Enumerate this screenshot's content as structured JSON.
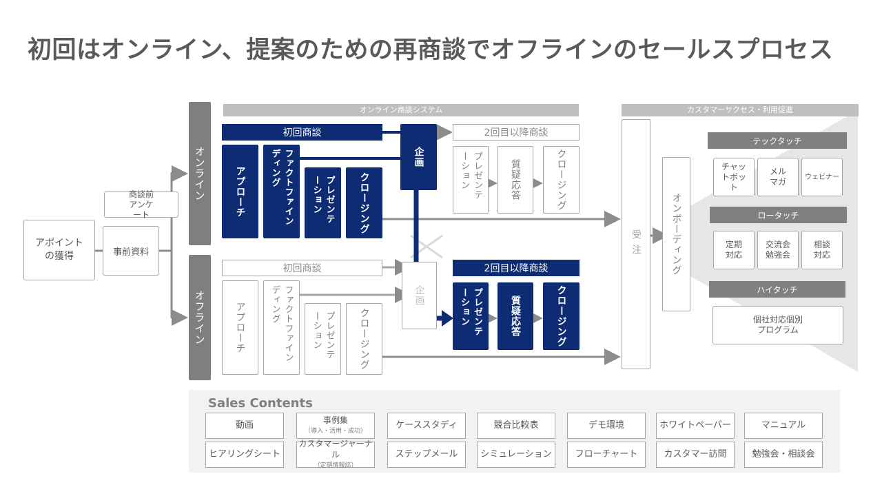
{
  "title": "初回はオンライン、提案のための再商談でオフラインのセールスプロセス",
  "online_system_banner": "オンライン商談システム",
  "customer_success_banner": "カスタマーサクセス・利用促進",
  "left": {
    "appointment": "アポイントの獲得",
    "pre_survey": "商談前アンケート",
    "pre_materials": "事前資料"
  },
  "side_labels": {
    "online": "オンライン",
    "offline": "オフライン"
  },
  "online_flow": {
    "first_meeting": "初回商談",
    "second_meeting": "2回目以降商談",
    "approach": "アプローチ",
    "fact_finding": "ファクトファインディング",
    "presentation": "プレゼンテーション",
    "closing": "クロージング",
    "planning": "企画",
    "presentation_2": "プレゼンテーション",
    "qa": "質疑応答",
    "closing_2": "クロージング"
  },
  "offline_flow": {
    "first_meeting": "初回商談",
    "second_meeting": "2回目以降商談",
    "approach": "アプローチ",
    "fact_finding": "ファクトファインディング",
    "presentation": "プレゼンテーション",
    "closing": "クロージング",
    "planning": "企画",
    "presentation_2": "プレゼンテーション",
    "qa": "質疑応答",
    "closing_2": "クロージング"
  },
  "order": "受注",
  "onboarding": "オンボーディング",
  "customer_success": {
    "tech_touch": {
      "label": "テックタッチ",
      "items": [
        "チャットボット",
        "メルマガ",
        "ウェビナー"
      ]
    },
    "low_touch": {
      "label": "ロータッチ",
      "items": [
        "定期対応",
        "交流会勉強会",
        "相談対応"
      ]
    },
    "high_touch": {
      "label": "ハイタッチ",
      "items": [
        "個社対応個別プログラム"
      ]
    }
  },
  "sales_contents": {
    "title": "Sales Contents",
    "items": [
      {
        "label": "動画",
        "sub": ""
      },
      {
        "label": "事例集",
        "sub": "（導入・活用・成功）"
      },
      {
        "label": "ケーススタディ",
        "sub": ""
      },
      {
        "label": "競合比較表",
        "sub": ""
      },
      {
        "label": "デモ環境",
        "sub": ""
      },
      {
        "label": "ホワイトペーパー",
        "sub": ""
      },
      {
        "label": "マニュアル",
        "sub": ""
      },
      {
        "label": "ヒアリングシート",
        "sub": ""
      },
      {
        "label": "カスタマージャーナル",
        "sub": "（定期情報誌）"
      },
      {
        "label": "ステップメール",
        "sub": ""
      },
      {
        "label": "シミュレーション",
        "sub": ""
      },
      {
        "label": "フローチャート",
        "sub": ""
      },
      {
        "label": "カスタマー訪問",
        "sub": ""
      },
      {
        "label": "勉強会・相談会",
        "sub": ""
      }
    ]
  },
  "colors": {
    "navy": "#0d2c73",
    "gray_dark": "#7f7f7f",
    "gray_light": "#bfbfbf",
    "text": "#595959"
  }
}
